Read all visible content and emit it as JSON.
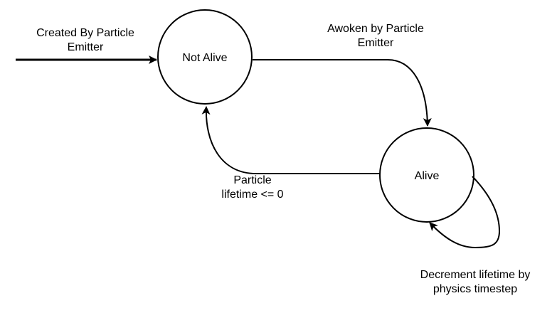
{
  "states": {
    "not_alive": "Not Alive",
    "alive": "Alive"
  },
  "transitions": {
    "created": {
      "line1": "Created By Particle",
      "line2": "Emitter"
    },
    "awoken": {
      "line1": "Awoken by Particle",
      "line2": "Emitter"
    },
    "death": {
      "line1": "Particle",
      "line2": "lifetime <= 0"
    },
    "decrement": {
      "line1": "Decrement lifetime by",
      "line2": "physics timestep"
    }
  },
  "colors": {
    "stroke": "#000000",
    "background": "#ffffff"
  }
}
